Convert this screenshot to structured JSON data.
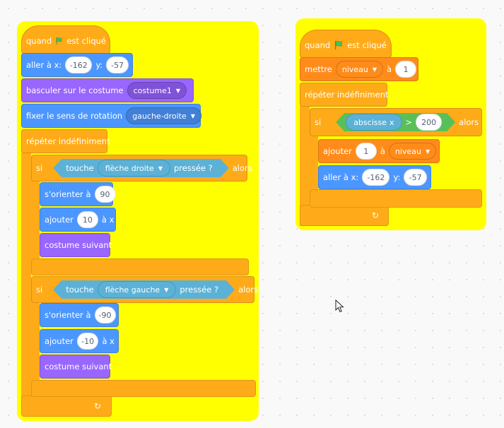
{
  "colors": {
    "events": "#ffab19",
    "motion": "#4c97ff",
    "looks": "#9966ff",
    "control": "#ffab19",
    "variables": "#ff8c1a",
    "sensing": "#5cb1d6",
    "operators": "#59c059",
    "glow": "#ffff00"
  },
  "icons": {
    "flag": "green-flag-icon",
    "loop": "loop-arrow-icon",
    "caret": "dropdown-caret-icon",
    "cursor": "mouse-pointer-icon"
  },
  "script1": {
    "hat": {
      "text_before": "quand",
      "text_after": "est cliqué"
    },
    "goto": {
      "label": "aller à x:",
      "x": "-162",
      "ylabel": "y:",
      "y": "-57"
    },
    "costume": {
      "label": "basculer sur le costume",
      "value": "costume1"
    },
    "rotation": {
      "label": "fixer le sens de rotation",
      "value": "gauche-droite"
    },
    "forever": {
      "label": "répéter indéfiniment"
    },
    "if1": {
      "label": "si",
      "then": "alors",
      "cond": {
        "before": "touche",
        "key": "flèche droite",
        "after": "pressée ?"
      },
      "point": {
        "label": "s'orienter à",
        "value": "90"
      },
      "change": {
        "label": "ajouter",
        "value": "10",
        "after": "à x"
      },
      "next": {
        "label": "costume suivant"
      }
    },
    "if2": {
      "label": "si",
      "then": "alors",
      "cond": {
        "before": "touche",
        "key": "flèche gauche",
        "after": "pressée ?"
      },
      "point": {
        "label": "s'orienter à",
        "value": "-90"
      },
      "change": {
        "label": "ajouter",
        "value": "-10",
        "after": "à x"
      },
      "next": {
        "label": "costume suivant"
      }
    }
  },
  "script2": {
    "hat": {
      "text_before": "quand",
      "text_after": "est cliqué"
    },
    "set": {
      "label": "mettre",
      "var": "niveau",
      "to": "à",
      "value": "1"
    },
    "forever": {
      "label": "répéter indéfiniment"
    },
    "if": {
      "label": "si",
      "then": "alors",
      "cond": {
        "left": "abscisse",
        "left_suffix": "x",
        "op": ">",
        "right": "200"
      },
      "change": {
        "label": "ajouter",
        "value": "1",
        "to": "à",
        "var": "niveau"
      },
      "goto": {
        "label": "aller à x:",
        "x": "-162",
        "ylabel": "y:",
        "y": "-57"
      }
    }
  }
}
